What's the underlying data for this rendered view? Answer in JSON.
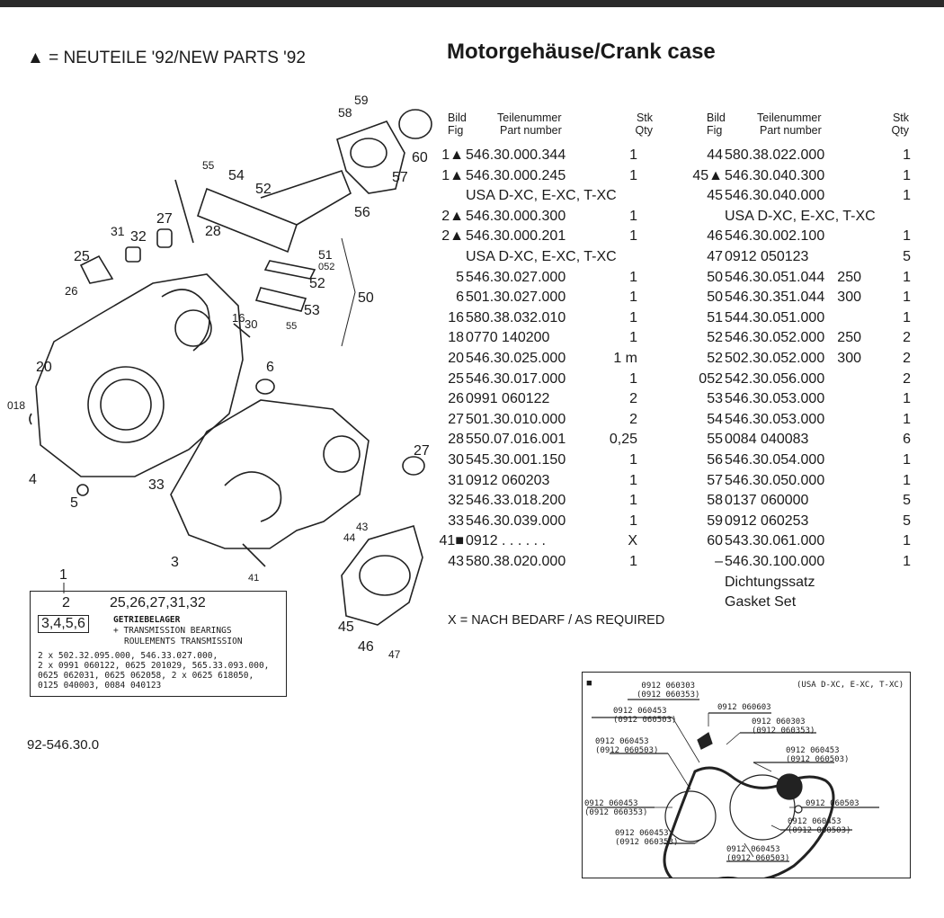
{
  "legend": "▲ = NEUTEILE '92/NEW PARTS '92",
  "title": "Motorgehäuse/Crank case",
  "table_headers": {
    "fig_de": "Bild",
    "fig_en": "Fig",
    "part_de": "Teilenummer",
    "part_en": "Part number",
    "qty_de": "Stk",
    "qty_en": "Qty"
  },
  "left_rows": [
    {
      "fig": "1▲",
      "part": "546.30.000.344",
      "ver": "",
      "qty": "1"
    },
    {
      "fig": "1▲",
      "part": "546.30.000.245",
      "ver": "",
      "qty": "1"
    },
    {
      "fig": "",
      "part": "USA D-XC, E-XC, T-XC",
      "ver": "",
      "qty": ""
    },
    {
      "fig": "2▲",
      "part": "546.30.000.300",
      "ver": "",
      "qty": "1"
    },
    {
      "fig": "2▲",
      "part": "546.30.000.201",
      "ver": "",
      "qty": "1"
    },
    {
      "fig": "",
      "part": "USA D-XC, E-XC, T-XC",
      "ver": "",
      "qty": ""
    },
    {
      "fig": "5",
      "part": "546.30.027.000",
      "ver": "",
      "qty": "1"
    },
    {
      "fig": "6",
      "part": "501.30.027.000",
      "ver": "",
      "qty": "1"
    },
    {
      "fig": "16",
      "part": "580.38.032.010",
      "ver": "",
      "qty": "1"
    },
    {
      "fig": "18",
      "part": "0770 140200",
      "ver": "",
      "qty": "1"
    },
    {
      "fig": "20",
      "part": "546.30.025.000",
      "ver": "",
      "qty": "1 m"
    },
    {
      "fig": "25",
      "part": "546.30.017.000",
      "ver": "",
      "qty": "1"
    },
    {
      "fig": "26",
      "part": "0991 060122",
      "ver": "",
      "qty": "2"
    },
    {
      "fig": "27",
      "part": "501.30.010.000",
      "ver": "",
      "qty": "2"
    },
    {
      "fig": "28",
      "part": "550.07.016.001",
      "ver": "",
      "qty": "0,25"
    },
    {
      "fig": "30",
      "part": "545.30.001.150",
      "ver": "",
      "qty": "1"
    },
    {
      "fig": "31",
      "part": "0912 060203",
      "ver": "",
      "qty": "1"
    },
    {
      "fig": "32",
      "part": "546.33.018.200",
      "ver": "",
      "qty": "1"
    },
    {
      "fig": "33",
      "part": "546.30.039.000",
      "ver": "",
      "qty": "1"
    },
    {
      "fig": "41■",
      "part": "0912 . . . . . .",
      "ver": "",
      "qty": "X"
    },
    {
      "fig": "43",
      "part": "580.38.020.000",
      "ver": "",
      "qty": "1"
    }
  ],
  "right_rows": [
    {
      "fig": "44",
      "part": "580.38.022.000",
      "ver": "",
      "qty": "1"
    },
    {
      "fig": "45▲",
      "part": "546.30.040.300",
      "ver": "",
      "qty": "1"
    },
    {
      "fig": "45",
      "part": "546.30.040.000",
      "ver": "",
      "qty": "1"
    },
    {
      "fig": "",
      "part": "USA D-XC, E-XC, T-XC",
      "ver": "",
      "qty": ""
    },
    {
      "fig": "46",
      "part": "546.30.002.100",
      "ver": "",
      "qty": "1"
    },
    {
      "fig": "47",
      "part": "0912 050123",
      "ver": "",
      "qty": "5"
    },
    {
      "fig": "50",
      "part": "546.30.051.044",
      "ver": "250",
      "qty": "1"
    },
    {
      "fig": "50",
      "part": "546.30.351.044",
      "ver": "300",
      "qty": "1"
    },
    {
      "fig": "51",
      "part": "544.30.051.000",
      "ver": "",
      "qty": "1"
    },
    {
      "fig": "52",
      "part": "546.30.052.000",
      "ver": "250",
      "qty": "2"
    },
    {
      "fig": "52",
      "part": "502.30.052.000",
      "ver": "300",
      "qty": "2"
    },
    {
      "fig": "052",
      "part": "542.30.056.000",
      "ver": "",
      "qty": "2"
    },
    {
      "fig": "53",
      "part": "546.30.053.000",
      "ver": "",
      "qty": "1"
    },
    {
      "fig": "54",
      "part": "546.30.053.000",
      "ver": "",
      "qty": "1"
    },
    {
      "fig": "55",
      "part": "0084 040083",
      "ver": "",
      "qty": "6"
    },
    {
      "fig": "56",
      "part": "546.30.054.000",
      "ver": "",
      "qty": "1"
    },
    {
      "fig": "57",
      "part": "546.30.050.000",
      "ver": "",
      "qty": "1"
    },
    {
      "fig": "58",
      "part": "0137 060000",
      "ver": "",
      "qty": "5"
    },
    {
      "fig": "59",
      "part": "0912 060253",
      "ver": "",
      "qty": "5"
    },
    {
      "fig": "60",
      "part": "543.30.061.000",
      "ver": "",
      "qty": "1"
    },
    {
      "fig": "–",
      "part": "546.30.100.000",
      "ver": "",
      "qty": "1"
    },
    {
      "fig": "",
      "part": "Dichtungssatz",
      "ver": "",
      "qty": ""
    },
    {
      "fig": "",
      "part": "Gasket Set",
      "ver": "",
      "qty": ""
    }
  ],
  "note": "X = NACH BEDARF / AS REQUIRED",
  "doc_number": "92-546.30.0",
  "kit": {
    "ref1": "1",
    "ref2": "2",
    "group": "3,4,5,6",
    "items": "25,26,27,31,32",
    "line1": "GETRIEBELAGER",
    "line2": "+ TRANSMISSION BEARINGS",
    "line3": "ROULEMENTS TRANSMISSION",
    "list1": "2 x 502.32.095.000, 546.33.027.000,",
    "list2": "2 x 0991 060122, 0625 201029, 565.33.093.000,",
    "list3": "0625 062031, 0625 062058, 2 x 0625 618050,",
    "list4": "0125 040003, 0084 040123"
  },
  "callouts": [
    "59",
    "58",
    "60",
    "57",
    "55",
    "54",
    "52",
    "56",
    "27",
    "28",
    "31",
    "32",
    "25",
    "51",
    "052",
    "52",
    "26",
    "50",
    "53",
    "55",
    "16",
    "30",
    "20",
    "6",
    "018",
    "27",
    "4",
    "5",
    "33",
    "43",
    "44",
    "3",
    "41",
    "1",
    "45",
    "46",
    "47"
  ],
  "gasket": {
    "marker": "■",
    "variant": "(USA D-XC, E-XC, T-XC)",
    "labels": [
      {
        "a": "0912 060303",
        "b": "(0912 060353)"
      },
      {
        "a": "0912 060603",
        "b": ""
      },
      {
        "a": "0912 060453",
        "b": "(0912 060503)"
      },
      {
        "a": "0912 060303",
        "b": "(0912 060353)"
      },
      {
        "a": "0912 060453",
        "b": "(0912 060503)"
      },
      {
        "a": "0912 060453",
        "b": "(0912 060503)"
      },
      {
        "a": "0912 060453",
        "b": "(0912 060353)"
      },
      {
        "a": "0912 060503",
        "b": ""
      },
      {
        "a": "0912 060453",
        "b": "(0912 060503)"
      },
      {
        "a": "0912 060453",
        "b": "(0912 060353)"
      },
      {
        "a": "0912 060453",
        "b": "(0912 060503)"
      }
    ]
  }
}
